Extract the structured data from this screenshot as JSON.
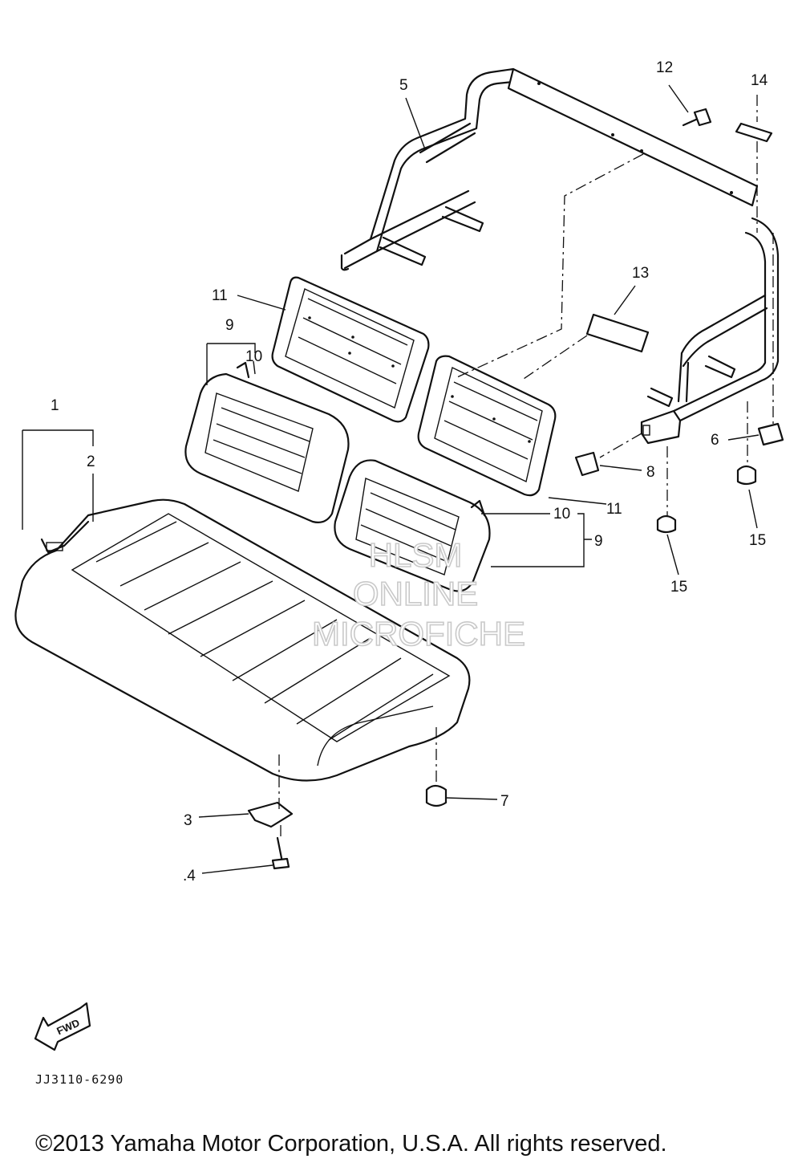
{
  "callouts": {
    "c1": "1",
    "c2": "2",
    "c3": "3",
    "c4": ".4",
    "c5": "5",
    "c6": "6",
    "c7": "7",
    "c8": "8",
    "c9a": "9",
    "c9b": "9",
    "c10a": "10",
    "c10b": "10",
    "c11a": "11",
    "c11b": "11",
    "c12": "12",
    "c13": "13",
    "c14": "14",
    "c15a": "15",
    "c15b": "15"
  },
  "direction": {
    "label": "FWD"
  },
  "watermark": {
    "line1": "HLSM",
    "line2": "ONLINE",
    "line3": "MICROFICHE"
  },
  "figure_code": "JJ3110-6290",
  "copyright": "©2013 Yamaha Motor Corporation, U.S.A. All rights reserved."
}
